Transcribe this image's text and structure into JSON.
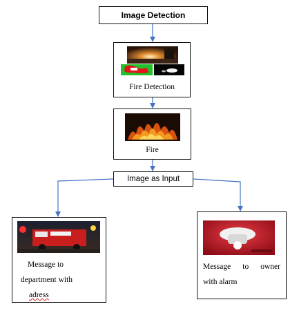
{
  "nodes": {
    "title": "Image Detection",
    "fire_detection": "Fire Detection",
    "fire": "Fire",
    "input": "Image as Input",
    "department": {
      "line1": "Message to",
      "line2": "department with",
      "line3": "adress"
    },
    "owner": {
      "line1": "Message to owner",
      "line2": "with alarm"
    }
  },
  "colors": {
    "arrow": "#4472c4",
    "border": "#111111",
    "spellcheck": "#d02020"
  }
}
